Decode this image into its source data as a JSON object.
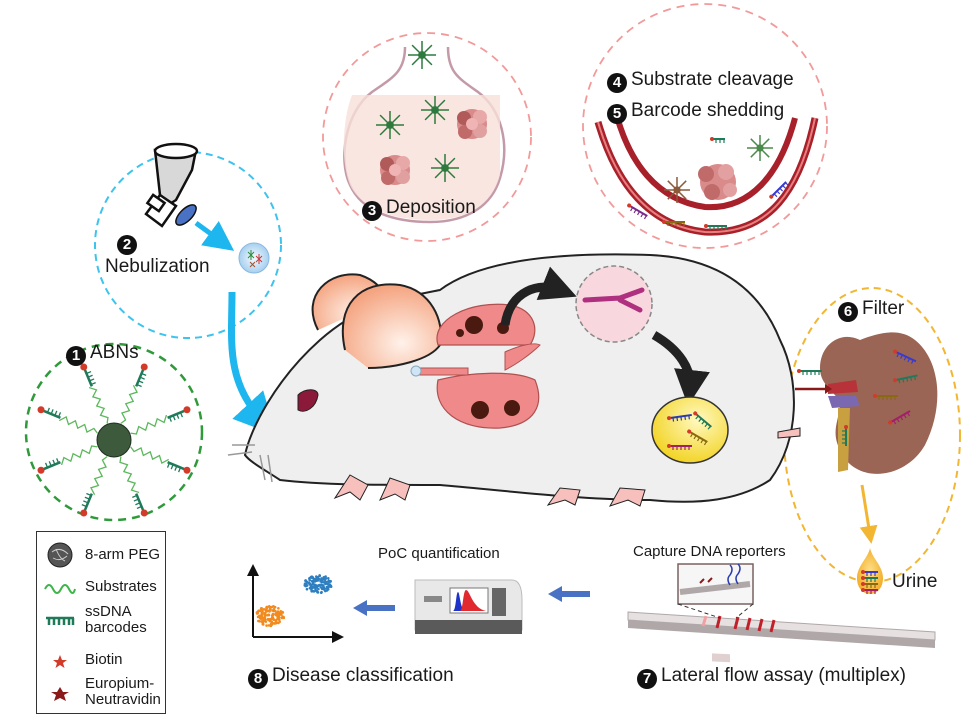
{
  "steps": [
    {
      "number": "1",
      "label": "ABNs"
    },
    {
      "number": "2",
      "label": "Nebulization"
    },
    {
      "number": "3",
      "label": "Deposition"
    },
    {
      "number": "4",
      "label": "Substrate cleavage"
    },
    {
      "number": "5",
      "label": "Barcode shedding"
    },
    {
      "number": "6",
      "label": "Filter"
    },
    {
      "number": "7",
      "label": "Lateral flow assay (multiplex)"
    },
    {
      "number": "8",
      "label": "Disease classification"
    }
  ],
  "annotations": {
    "urine": "Urine",
    "capture": "Capture DNA reporters",
    "poc": "PoC quantification"
  },
  "legend": [
    {
      "icon": "peg-sphere-icon",
      "label": "8-arm PEG"
    },
    {
      "icon": "substrate-wave-icon",
      "label": "Substrates"
    },
    {
      "icon": "ssdna-comb-icon",
      "label": "ssDNA barcodes"
    },
    {
      "icon": "biotin-star-icon",
      "label": "Biotin"
    },
    {
      "icon": "europium-star-icon",
      "label": "Europium-Neutravidin"
    }
  ],
  "colors": {
    "nebulization_circle": "#3cc3ee",
    "abn_circle": "#2e9a3a",
    "deposition_circle": "#f29a9a",
    "filter_circle": "#f2b632",
    "flow_arrow": "#1eb6ee",
    "process_arrow": "#4a72c4",
    "substrate_green": "#5cb85c",
    "barcode_teal": "#1f7a5a",
    "biotin_red": "#d23a2a",
    "europium_darkred": "#8a1a1a",
    "cluster_blue": "#2f7fc0",
    "cluster_orange": "#f28a1e"
  }
}
